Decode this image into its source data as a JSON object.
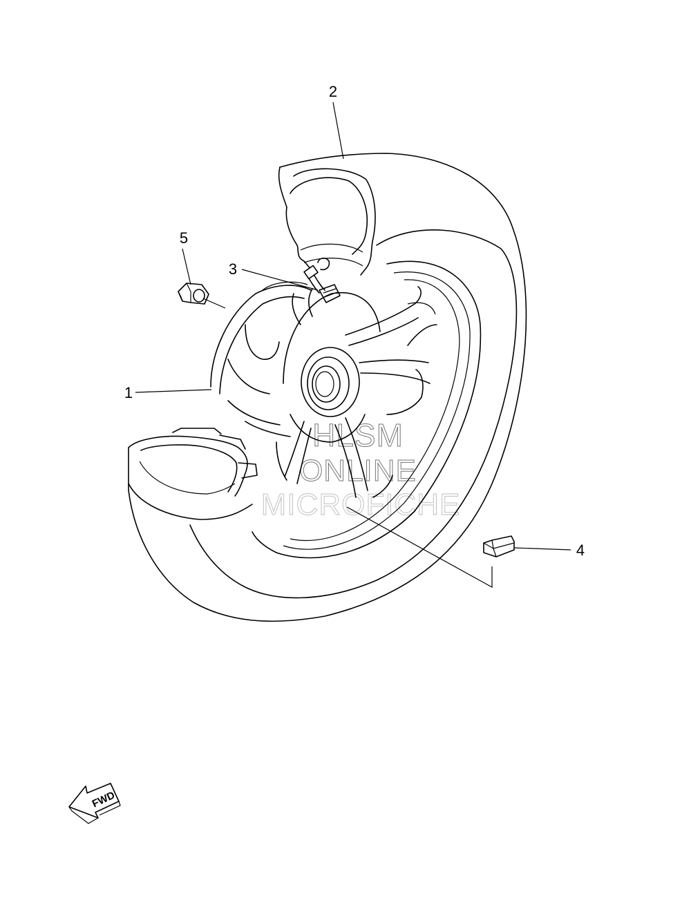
{
  "callouts": [
    {
      "number": "1",
      "part": "wheel"
    },
    {
      "number": "2",
      "part": "tire"
    },
    {
      "number": "3",
      "part": "valve"
    },
    {
      "number": "4",
      "part": "balance-weight"
    },
    {
      "number": "5",
      "part": "nut"
    }
  ],
  "direction_marker": {
    "label": "FWD"
  },
  "watermark": {
    "line1": "HLSM",
    "line2": "ONLINE",
    "line3": "MICROFICHE"
  },
  "colors": {
    "ink": "#000000",
    "paper": "#ffffff"
  }
}
